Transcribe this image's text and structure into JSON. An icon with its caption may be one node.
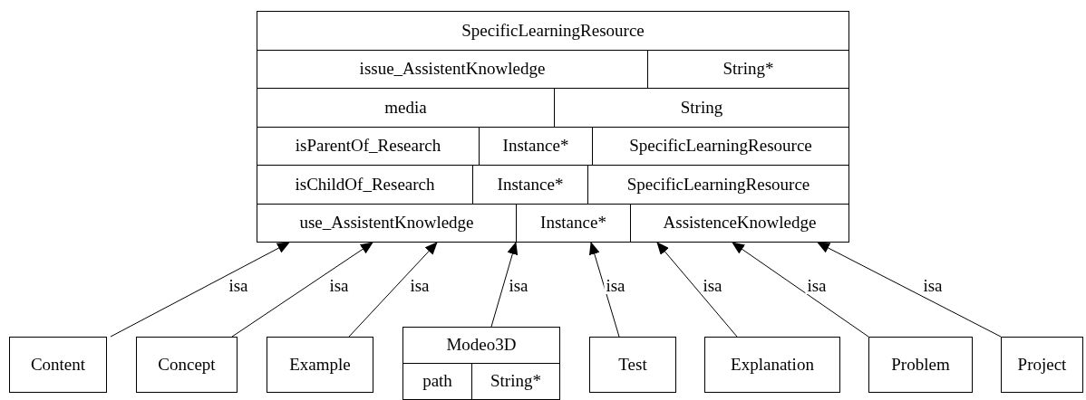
{
  "diagram": {
    "nodes": [
      {
        "text": [
          "SpecificLearningResource",
          "issue_AssistentKnowledge",
          "String*",
          "media",
          "String",
          "isParentOf_Research",
          "Instance*",
          "SpecificLearningResource",
          "isChildOf_Research",
          "Instance*",
          "SpecificLearningResource",
          "use_AssistentKnowledge",
          "Instance*",
          "AssistenceKnowledge"
        ]
      },
      {
        "text": [
          "Content"
        ]
      },
      {
        "text": [
          "Concept"
        ]
      },
      {
        "text": [
          "Example"
        ]
      },
      {
        "text": [
          "Modeo3D",
          "path",
          "String*"
        ]
      },
      {
        "text": [
          "Test"
        ]
      },
      {
        "text": [
          "Explanation"
        ]
      },
      {
        "text": [
          "Problem"
        ]
      },
      {
        "text": [
          "Project"
        ]
      }
    ],
    "edges": [
      {
        "from": 1,
        "to": 0,
        "arrow": "to",
        "label": "isa"
      },
      {
        "from": 2,
        "to": 0,
        "arrow": "to",
        "label": "isa"
      },
      {
        "from": 3,
        "to": 0,
        "arrow": "to",
        "label": "isa"
      },
      {
        "from": 4,
        "to": 0,
        "arrow": "to",
        "label": "isa"
      },
      {
        "from": 5,
        "to": 0,
        "arrow": "to",
        "label": "isa"
      },
      {
        "from": 6,
        "to": 0,
        "arrow": "to",
        "label": "isa"
      },
      {
        "from": 7,
        "to": 0,
        "arrow": "to",
        "label": "isa"
      },
      {
        "from": 8,
        "to": 0,
        "arrow": "to",
        "label": "isa"
      }
    ]
  }
}
